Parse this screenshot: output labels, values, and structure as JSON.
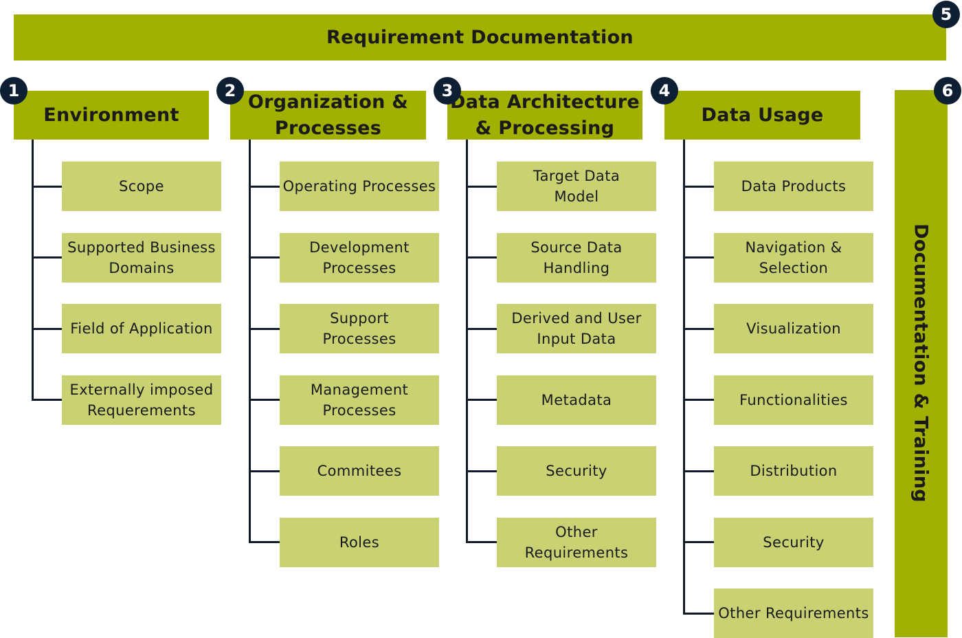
{
  "banner": {
    "title": "Requirement Documentation",
    "badge": "5"
  },
  "side": {
    "title": "Documentation & Training",
    "badge": "6"
  },
  "columns": [
    {
      "badge": "1",
      "title": "Environment",
      "items": [
        "Scope",
        "Supported Business\nDomains",
        "Field of Application",
        "Externally imposed\nRequerements"
      ]
    },
    {
      "badge": "2",
      "title": "Organization &\nProcesses",
      "items": [
        "Operating Processes",
        "Development\nProcesses",
        "Support\nProcesses",
        "Management\nProcesses",
        "Commitees",
        "Roles"
      ]
    },
    {
      "badge": "3",
      "title": "Data Architecture\n& Processing",
      "items": [
        "Target Data\nModel",
        "Source Data\nHandling",
        "Derived and User\nInput Data",
        "Metadata",
        "Security",
        "Other\nRequirements"
      ]
    },
    {
      "badge": "4",
      "title": "Data Usage",
      "items": [
        "Data Products",
        "Navigation &\nSelection",
        "Visualization",
        "Functionalities",
        "Distribution",
        "Security",
        "Other Requirements"
      ]
    }
  ],
  "colors": {
    "primary": "#a2b002",
    "item": "#c9d173",
    "line": "#0f1b2a",
    "badge": "#0e1e33"
  }
}
